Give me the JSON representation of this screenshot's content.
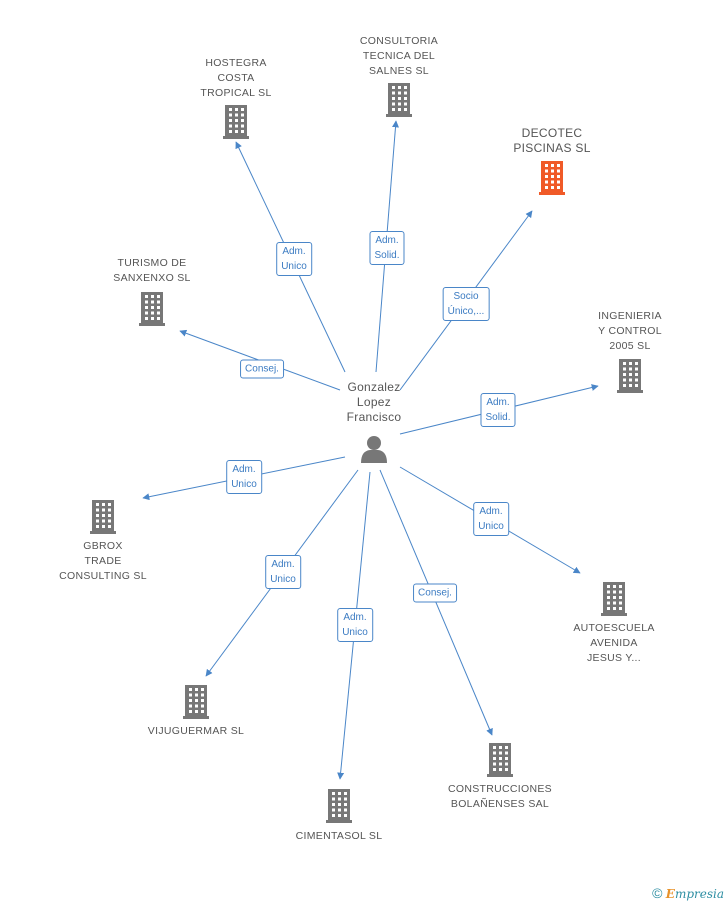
{
  "center": {
    "name": "Gonzalez\nLopez\nFrancisco",
    "icon": "person-icon"
  },
  "colors": {
    "edge": "#4a86c8",
    "company": "#777777",
    "highlight": "#f05a28"
  },
  "nodes": [
    {
      "id": "hostegra",
      "label": "HOSTEGRA\nCOSTA\nTROPICAL SL",
      "icon": "building-icon",
      "highlight": false
    },
    {
      "id": "consultoria",
      "label": "CONSULTORIA\nTECNICA DEL\nSALNES SL",
      "icon": "building-icon",
      "highlight": false
    },
    {
      "id": "decotec",
      "label": "DECOTEC\nPISCINAS SL",
      "icon": "building-icon",
      "highlight": true
    },
    {
      "id": "turismo",
      "label": "TURISMO DE\nSANXENXO SL",
      "icon": "building-icon",
      "highlight": false
    },
    {
      "id": "ingenieria",
      "label": "INGENIERIA\nY CONTROL\n2005 SL",
      "icon": "building-icon",
      "highlight": false
    },
    {
      "id": "gbrox",
      "label": "GBROX\nTRADE\nCONSULTING SL",
      "icon": "building-icon",
      "highlight": false
    },
    {
      "id": "autoescuela",
      "label": "AUTOESCUELA\nAVENIDA\nJESUS Y...",
      "icon": "building-icon",
      "highlight": false
    },
    {
      "id": "vijuguermar",
      "label": "VIJUGUERMAR SL",
      "icon": "building-icon",
      "highlight": false
    },
    {
      "id": "construcciones",
      "label": "CONSTRUCCIONES\nBOLAÑENSES SAL",
      "icon": "building-icon",
      "highlight": false
    },
    {
      "id": "cimentasol",
      "label": "CIMENTASOL SL",
      "icon": "building-icon",
      "highlight": false
    }
  ],
  "edges": [
    {
      "to": "hostegra",
      "label": "Adm.\nUnico"
    },
    {
      "to": "consultoria",
      "label": "Adm.\nSolid."
    },
    {
      "to": "decotec",
      "label": "Socio\nÚnico,..."
    },
    {
      "to": "turismo",
      "label": "Consej."
    },
    {
      "to": "ingenieria",
      "label": "Adm.\nSolid."
    },
    {
      "to": "gbrox",
      "label": "Adm.\nUnico"
    },
    {
      "to": "autoescuela",
      "label": "Adm.\nUnico"
    },
    {
      "to": "vijuguermar",
      "label": "Adm.\nUnico"
    },
    {
      "to": "construcciones",
      "label": "Consej."
    },
    {
      "to": "cimentasol",
      "label": "Adm.\nUnico"
    }
  ],
  "footer": {
    "copyright": "©",
    "brand_first": "E",
    "brand_rest": "mpresia"
  }
}
